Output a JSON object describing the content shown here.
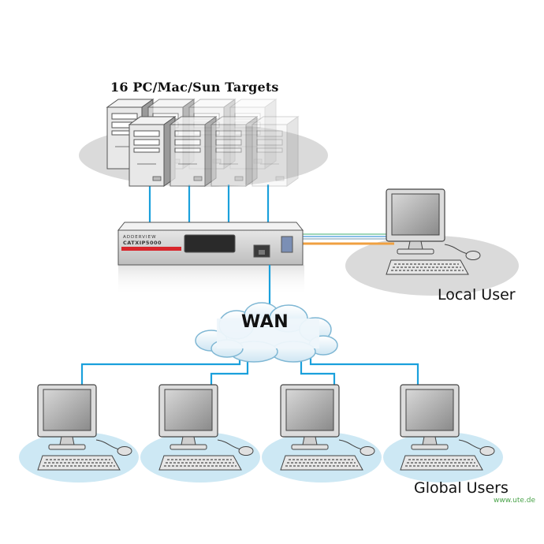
{
  "diagram": {
    "targets_title": "16 PC/Mac/Sun Targets",
    "local_user_label": "Local User",
    "global_users_label": "Global Users",
    "wan_label": "WAN",
    "device_brand_text": "ADDERVIEW",
    "device_model_text": "CATXIP5000",
    "watermark": "www.ute.de"
  },
  "colors": {
    "link_line": "#1aa0dc",
    "local_cable_green": "#7ec8a0",
    "local_cable_orange": "#f0a040",
    "local_cable_blue": "#60a8e0",
    "shadow_gray": "#d9d9d9",
    "shadow_blue": "#cde8f4",
    "device_accent_red": "#d8262c"
  }
}
